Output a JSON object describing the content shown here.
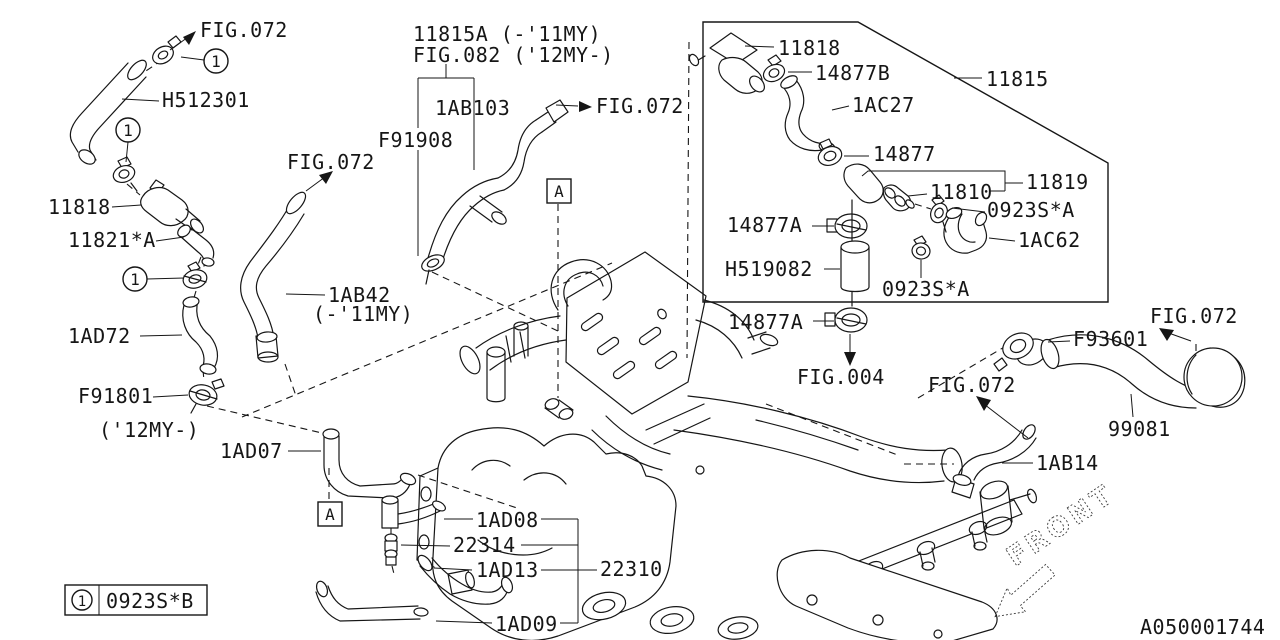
{
  "figure_refs": {
    "fig072": "FIG.072",
    "fig004": "FIG.004",
    "fig082_12my": "FIG.082 ('12MY-)",
    "p11815a_11my": "11815A (-'11MY)"
  },
  "parts": {
    "h512301": "H512301",
    "p11818": "11818",
    "p11821a": "11821*A",
    "p1ad72": "1AD72",
    "f91801": "F91801",
    "my12": "('12MY-)",
    "p1ad07": "1AD07",
    "p1ab103": "1AB103",
    "f91908": "F91908",
    "p1ab42": "1AB42",
    "p1ab42_my": "(-'11MY)",
    "p1ad08": "1AD08",
    "p22314": "22314",
    "p1ad13": "1AD13",
    "p22310": "22310",
    "p1ad09": "1AD09",
    "p11815": "11815",
    "p14877b": "14877B",
    "p1ac27": "1AC27",
    "p14877": "14877",
    "p11810": "11810",
    "p11819": "11819",
    "p0923sa": "0923S*A",
    "p14877a": "14877A",
    "p1ac62": "1AC62",
    "h519082": "H519082",
    "f93601": "F93601",
    "p99081": "99081",
    "p1ab14": "1AB14"
  },
  "markers": {
    "section": "A",
    "callout": "1"
  },
  "legend": {
    "number": "1",
    "code": "0923S*B"
  },
  "footer": {
    "front": "FRONT",
    "drawing_id": "A050001744"
  }
}
